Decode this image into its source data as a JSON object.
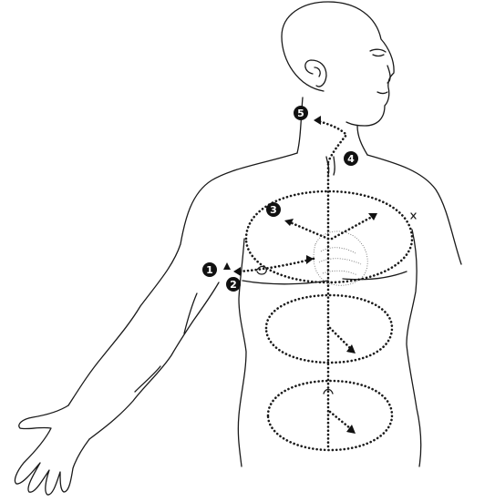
{
  "figure": {
    "step_markers": [
      {
        "number": "1"
      },
      {
        "number": "2"
      },
      {
        "number": "3"
      },
      {
        "number": "4"
      },
      {
        "number": "5"
      }
    ]
  },
  "colors": {
    "ink": "#111111",
    "paper": "#ffffff",
    "badge_text": "#ffffff"
  }
}
